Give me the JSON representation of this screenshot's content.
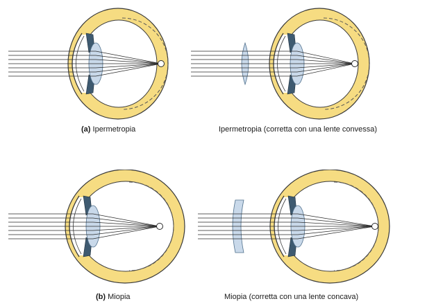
{
  "captions": {
    "a_tag": "(a)",
    "a_text": "Ipermetropia",
    "a_corrected": "Ipermetropia (corretta con una lente convessa)",
    "b_tag": "(b)",
    "b_text": "Miopia",
    "b_corrected": "Miopia (corretta con una lente concava)"
  },
  "colors": {
    "sclera": "#f6dc82",
    "sclera_stroke": "#3a3a3a",
    "lens": "#c9d9ea",
    "iris": "#3e5a70",
    "ray": "#2a2a2a",
    "dashed": "#555555"
  }
}
